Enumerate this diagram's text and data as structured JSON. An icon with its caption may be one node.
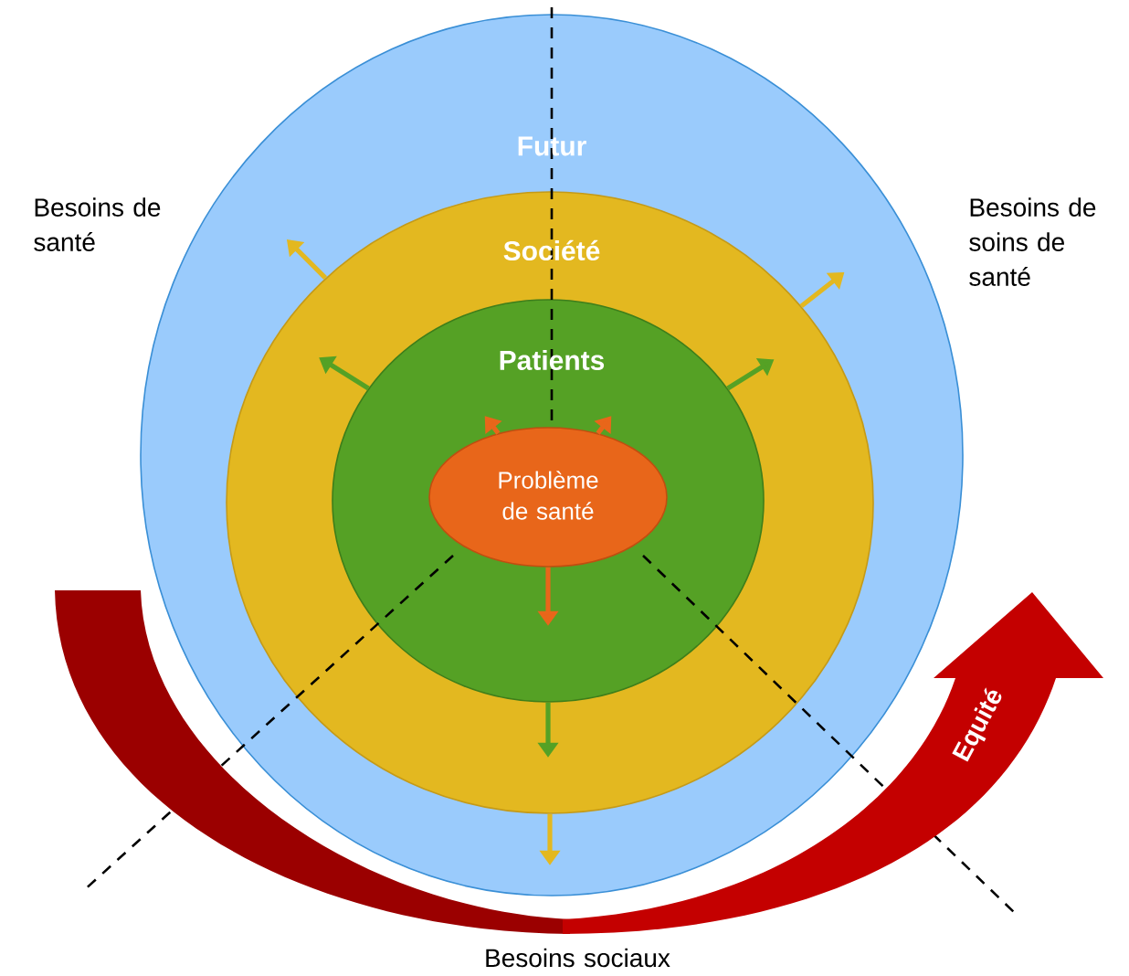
{
  "diagram": {
    "nodes": [
      {
        "text": [
          "Futur"
        ]
      },
      {
        "text": [
          "Société"
        ],
        "in": 0
      },
      {
        "text": [
          "Patients"
        ],
        "in": 1
      },
      {
        "text": [
          "Problème de santé"
        ],
        "in": 2
      },
      {
        "text": [
          "Equité"
        ]
      }
    ],
    "edges": [
      {
        "from": 3,
        "to": null,
        "arrow": "to",
        "color": "#e8661a"
      },
      {
        "from": 3,
        "to": null,
        "arrow": "to",
        "color": "#e8661a"
      },
      {
        "from": 3,
        "to": null,
        "arrow": "to",
        "color": "#e8661a"
      },
      {
        "from": 2,
        "to": null,
        "arrow": "to",
        "color": "#55a125"
      },
      {
        "from": 2,
        "to": null,
        "arrow": "to",
        "color": "#55a125"
      },
      {
        "from": 2,
        "to": null,
        "arrow": "to",
        "color": "#55a125"
      },
      {
        "from": 1,
        "to": null,
        "arrow": "to",
        "color": "#e3b820"
      },
      {
        "from": 1,
        "to": null,
        "arrow": "to",
        "color": "#e3b820"
      },
      {
        "from": 1,
        "to": null,
        "arrow": "to",
        "color": "#e3b820"
      }
    ],
    "labels": [
      "Besoins de santé",
      "Besoins de soins de santé",
      "Besoins sociaux"
    ]
  }
}
